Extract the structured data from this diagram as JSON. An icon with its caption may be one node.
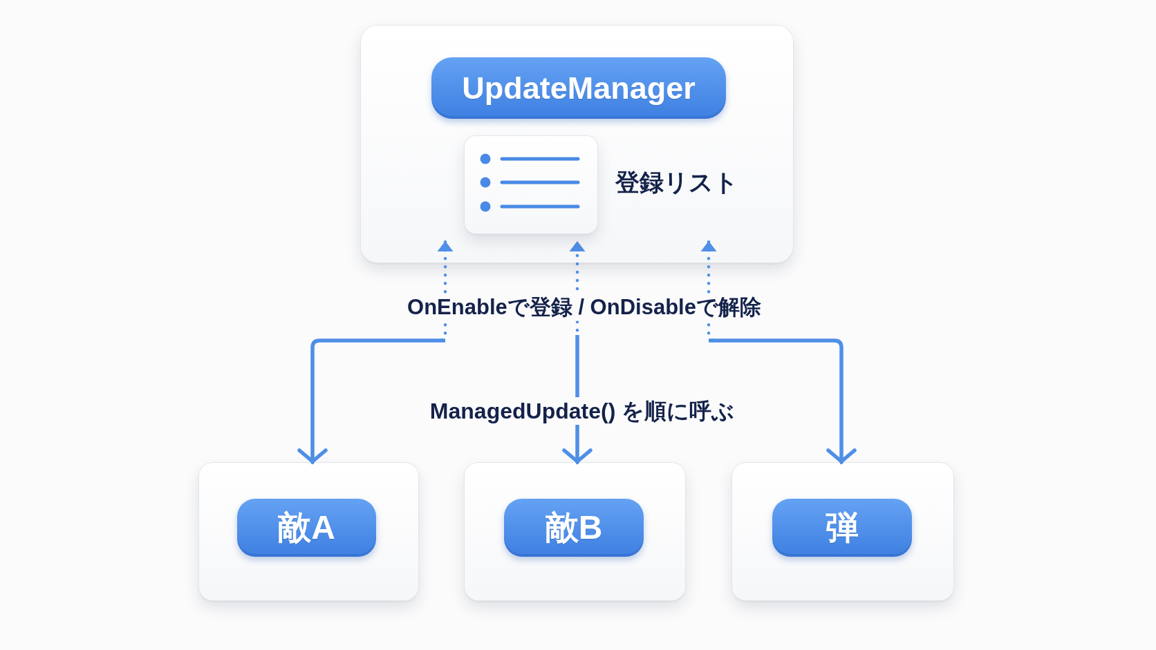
{
  "diagram": {
    "nodes": [
      {
        "text": [],
        "shape": "box"
      },
      {
        "text": [
          "UpdateManager"
        ],
        "in": 0
      },
      {
        "text": [],
        "shape": "box",
        "in": 0,
        "beside": [
          "登録リスト"
        ]
      },
      {
        "text": [],
        "shape": "box"
      },
      {
        "text": [
          "敵A"
        ],
        "in": 3
      },
      {
        "text": [],
        "shape": "box"
      },
      {
        "text": [
          "敵B"
        ],
        "in": 5
      },
      {
        "text": [],
        "shape": "box"
      },
      {
        "text": [
          "弾"
        ],
        "in": 7
      }
    ],
    "edges": [
      {
        "from": null,
        "to": 3,
        "arrow": "to"
      },
      {
        "from": null,
        "to": 5,
        "arrow": "to",
        "label": "ManagedUpdate() を順に呼ぶ"
      },
      {
        "from": null,
        "to": 7,
        "arrow": "to"
      },
      {
        "from": 3,
        "to": 0,
        "arrow": "to",
        "style": "dashed"
      },
      {
        "from": 5,
        "to": 0,
        "arrow": "to",
        "style": "dashed",
        "label": "OnEnableで登録 / OnDisableで解除"
      },
      {
        "from": 7,
        "to": 0,
        "arrow": "to",
        "style": "dashed"
      }
    ]
  }
}
